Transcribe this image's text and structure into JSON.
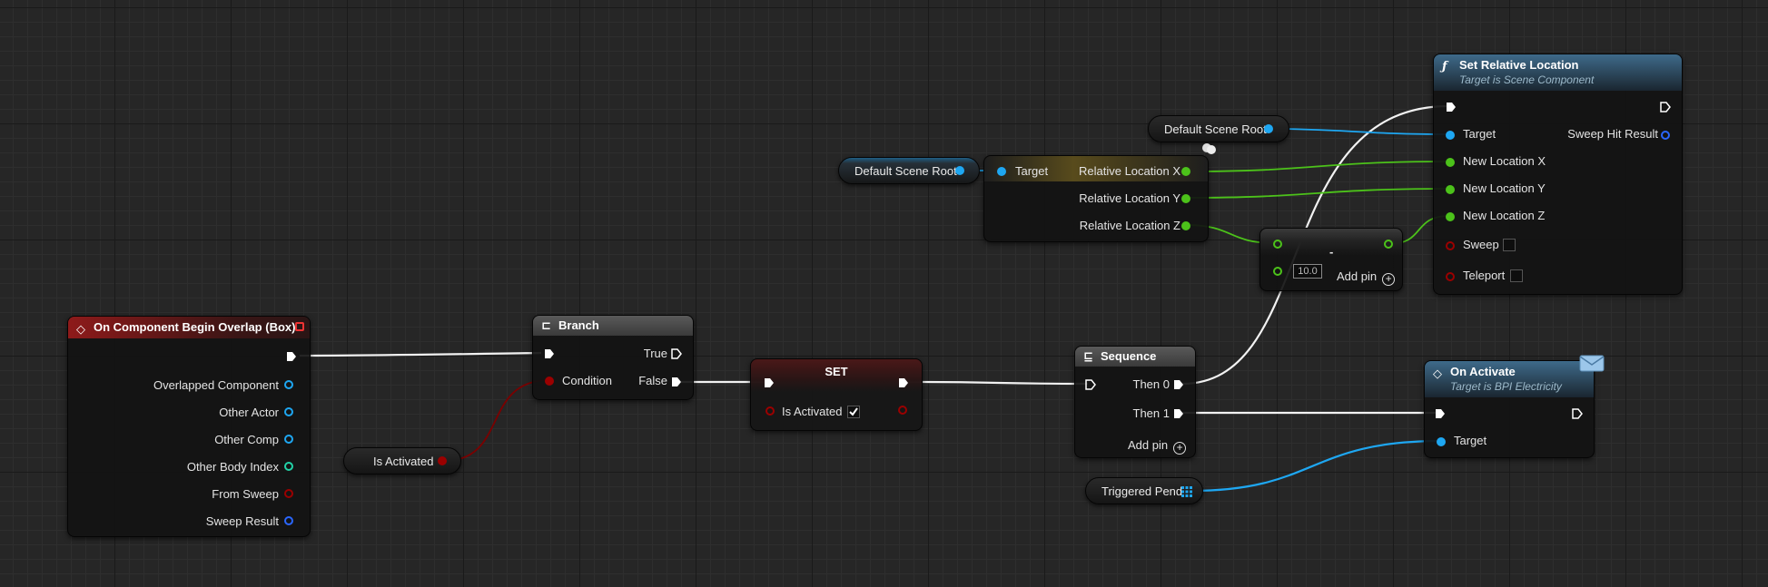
{
  "colors": {
    "exec": "#ffffff",
    "object": "#1ea7f2",
    "float": "#4cc21a",
    "bool": "#9b0000",
    "struct": "#2a66ff",
    "teal": "#22d3a8"
  },
  "event_node": {
    "title": "On Component Begin Overlap (Box)",
    "icon": "event-diamond-icon",
    "pins": [
      "Overlapped Component",
      "Other Actor",
      "Other Comp",
      "Other Body Index",
      "From Sweep",
      "Sweep Result"
    ]
  },
  "is_activated_get": {
    "label": "Is Activated"
  },
  "branch_node": {
    "title": "Branch",
    "condition": "Condition",
    "true_label": "True",
    "false_label": "False"
  },
  "set_node": {
    "title": "SET",
    "var_label": "Is Activated",
    "checked": true
  },
  "sequence_node": {
    "title": "Sequence",
    "then0": "Then 0",
    "then1": "Then 1",
    "add_pin": "Add pin"
  },
  "default_scene_root_1": {
    "label": "Default Scene Root"
  },
  "default_scene_root_2": {
    "label": "Default Scene Root"
  },
  "break_node": {
    "target": "Target",
    "x": "Relative Location X",
    "y": "Relative Location Y",
    "z": "Relative Location Z"
  },
  "subtract_node": {
    "symbol": "-",
    "value": "10.0",
    "add_pin": "Add pin"
  },
  "set_rel_loc_node": {
    "title": "Set Relative Location",
    "subtitle": "Target is Scene Component",
    "icon": "function-icon",
    "target": "Target",
    "new_x": "New Location X",
    "new_y": "New Location Y",
    "new_z": "New Location Z",
    "sweep": "Sweep",
    "teleport": "Teleport",
    "sweep_hit": "Sweep Hit Result"
  },
  "on_activate_node": {
    "title": "On Activate",
    "subtitle": "Target is BPI Electricity",
    "target": "Target"
  },
  "triggered_pend": {
    "label": "Triggered Pend"
  }
}
